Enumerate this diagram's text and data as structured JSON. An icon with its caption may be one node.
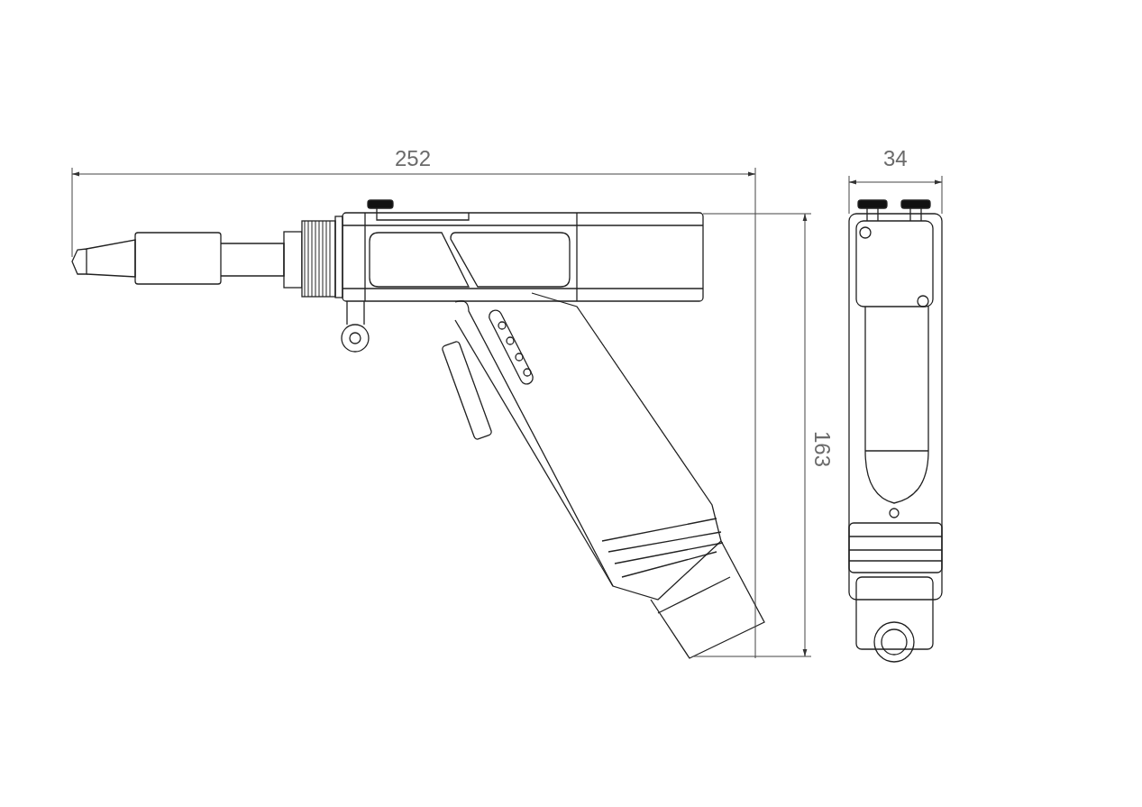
{
  "diagram": {
    "labels": [
      "252",
      "34",
      "163"
    ]
  }
}
